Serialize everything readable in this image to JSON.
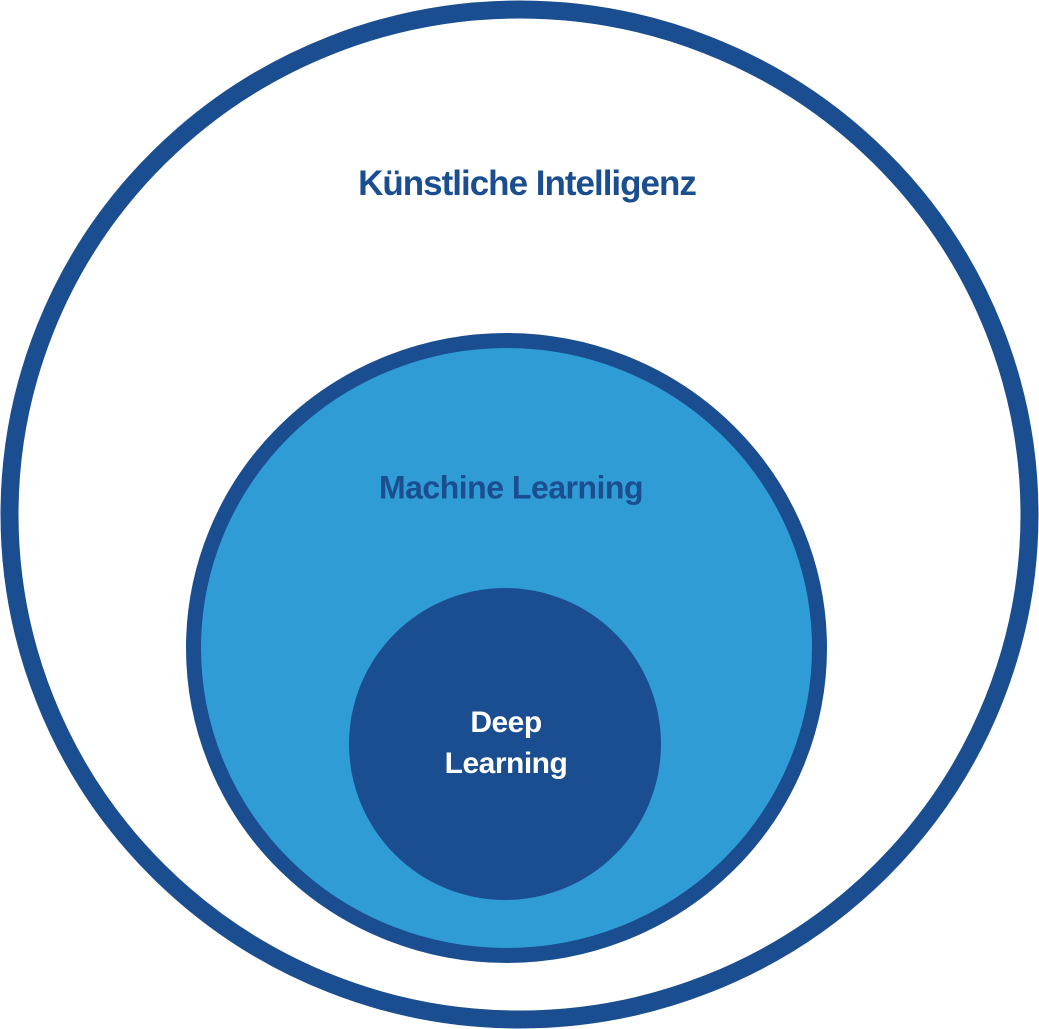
{
  "diagram": {
    "type": "nested-circles",
    "colors": {
      "dark_blue": "#1A4E90",
      "light_blue": "#2F9CD6",
      "white": "#FFFFFF"
    },
    "levels": [
      {
        "label": "Künstliche Intelligenz",
        "fill": "#FFFFFF",
        "border": "#1A4E90",
        "text_color": "#1A4E90"
      },
      {
        "label": "Machine Learning",
        "fill": "#2F9CD6",
        "border": "#1A4E90",
        "text_color": "#1A4E90"
      },
      {
        "label": "Deep Learning",
        "label_lines": [
          "Deep",
          "Learning"
        ],
        "fill": "#1A4E90",
        "border": "none",
        "text_color": "#FFFFFF"
      }
    ]
  }
}
